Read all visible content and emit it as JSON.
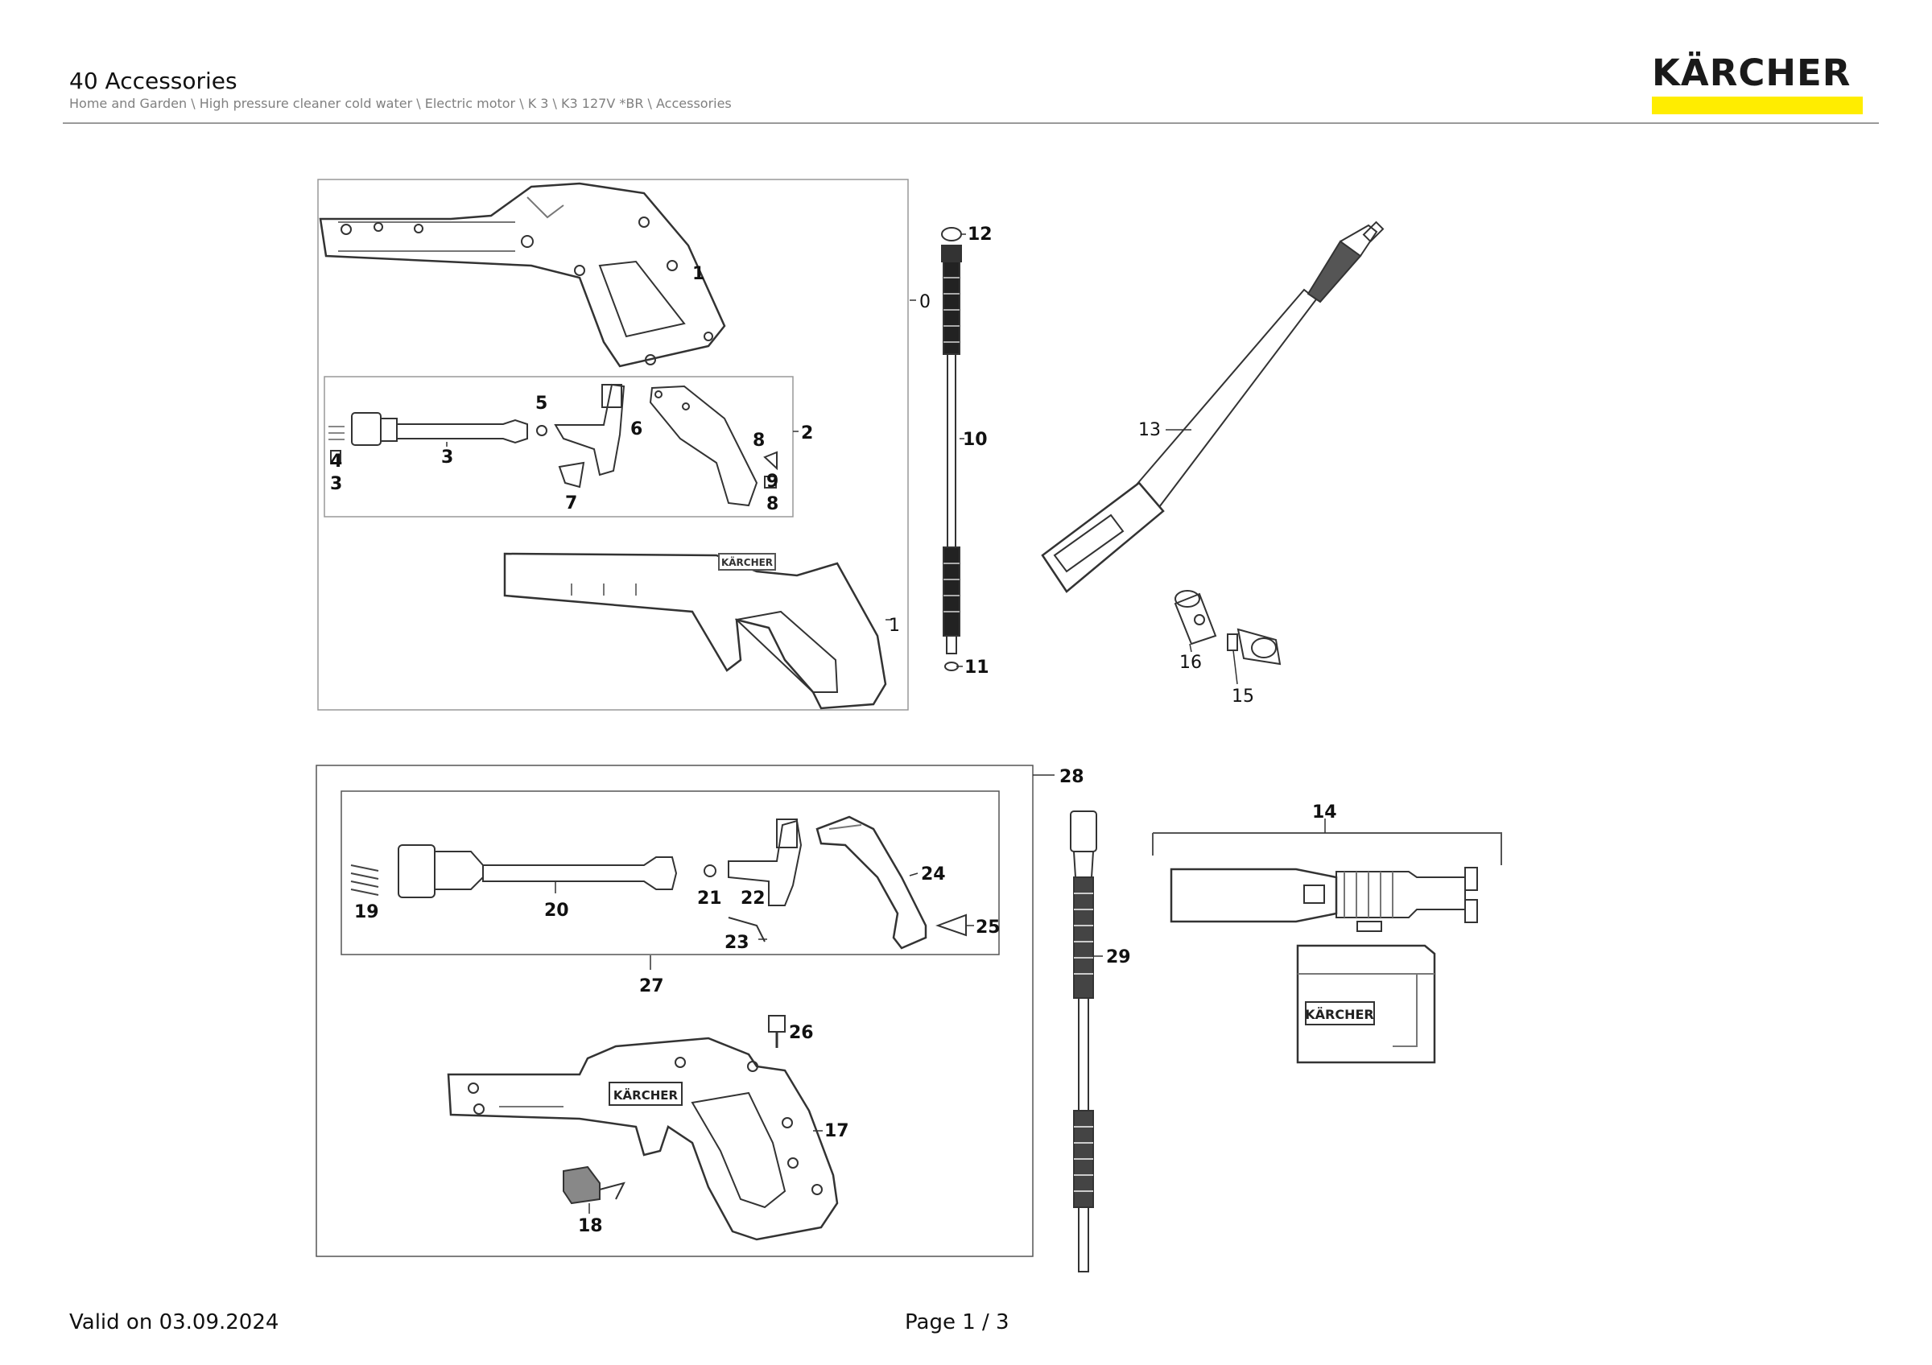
{
  "header": {
    "title": "40 Accessories",
    "breadcrumb": "Home and Garden \\ High pressure cleaner cold water \\ Electric motor \\ K 3 \\ K3 127V *BR \\ Accessories",
    "logo_text": "KÄRCHER",
    "brand_color": "#ffed00"
  },
  "footer": {
    "valid": "Valid on 03.09.2024",
    "page": "Page 1 / 3"
  },
  "callouts": {
    "p0": "0",
    "p1a": "1",
    "p1b": "1",
    "p2": "2",
    "p3a": "3",
    "p3b": "3",
    "p4": "4",
    "p5": "5",
    "p6": "6",
    "p7": "7",
    "p8a": "8",
    "p8b": "8",
    "p9": "9",
    "p10": "10",
    "p11": "11",
    "p12": "12",
    "p13": "13",
    "p14": "14",
    "p15": "15",
    "p16": "16",
    "p17": "17",
    "p18": "18",
    "p19": "19",
    "p20": "20",
    "p21": "21",
    "p22": "22",
    "p23": "23",
    "p24": "24",
    "p25": "25",
    "p26": "26",
    "p27": "27",
    "p28": "28",
    "p29": "29"
  },
  "embossed_brand": "KÄRCHER"
}
